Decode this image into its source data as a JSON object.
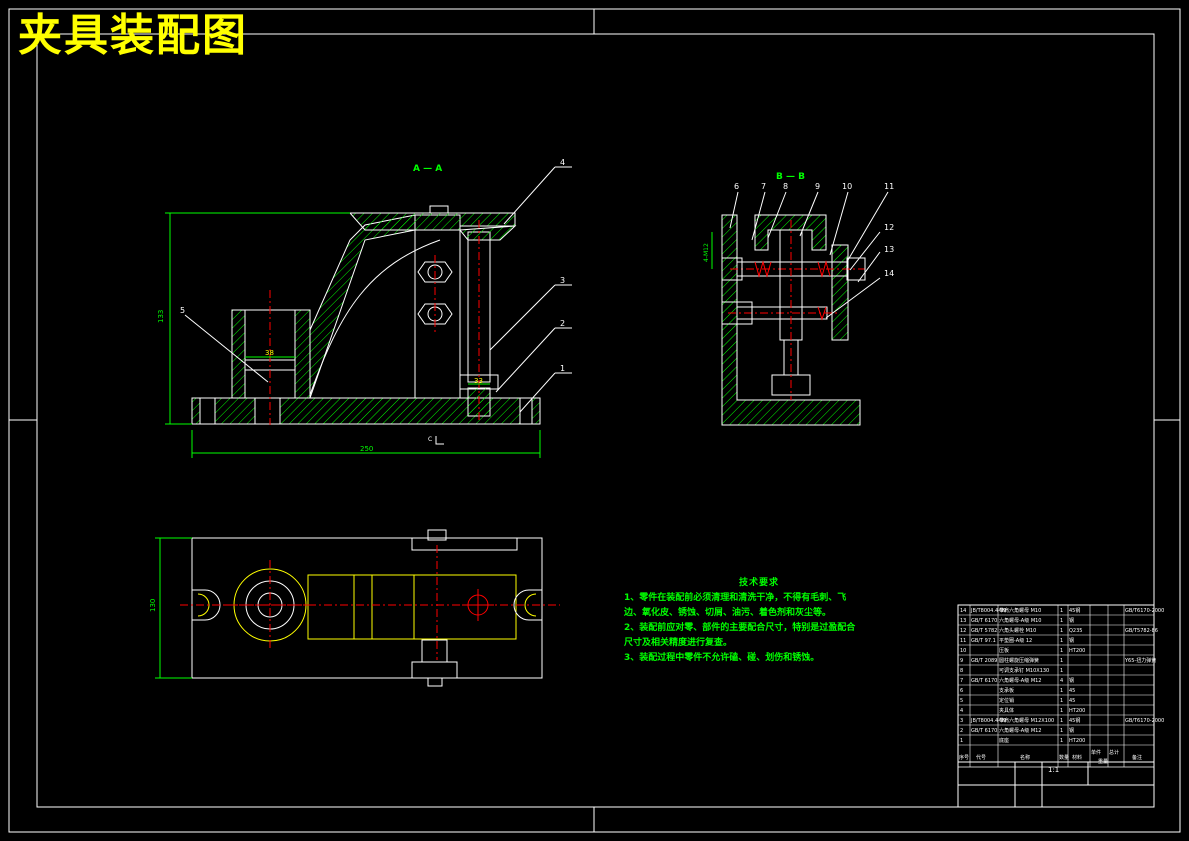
{
  "title": "夹具装配图",
  "colors": {
    "background": "#000000",
    "frame": "#ffffff",
    "part": "#ffffff",
    "hatch": "#00ff00",
    "dimension": "#00ff00",
    "centerline": "#ff0000",
    "hidden": "#ffff00",
    "title": "#ffff00",
    "balloon": "#ffffff"
  },
  "views": {
    "section_aa": "A — A",
    "section_bb": "B — B",
    "view_arrow_c": "C"
  },
  "dimensions": {
    "front_height": "133",
    "front_width": "250",
    "hole_width": "38",
    "bolt_dia": "33",
    "side_bolt": "4-M12",
    "top_height": "130"
  },
  "balloons_front": [
    "1",
    "2",
    "3",
    "4",
    "5"
  ],
  "balloons_side": [
    "6",
    "7",
    "8",
    "9",
    "10",
    "11",
    "12",
    "13",
    "14"
  ],
  "technical_requirements": {
    "heading": "技术要求",
    "lines": [
      "1、零件在装配前必须清理和清洗干净，不得有毛刺、飞",
      "边、氧化皮、锈蚀、切屑、油污、着色剂和灰尘等。",
      "2、装配前应对零、部件的主要配合尺寸，特别是过盈配合",
      "尺寸及相关精度进行复查。",
      "3、装配过程中零件不允许磕、碰、划伤和锈蚀。"
    ]
  },
  "bom": {
    "rows": [
      {
        "no": "14",
        "code": "JB/T8004.4-99",
        "name": "带肩六角螺母 M10",
        "qty": "1",
        "mat": "45钢",
        "note": "GB/T6170-2000"
      },
      {
        "no": "13",
        "code": "GB/T 6170",
        "name": "六角螺母-A级 M10",
        "qty": "1",
        "mat": "钢",
        "note": ""
      },
      {
        "no": "12",
        "code": "GB/T 5782",
        "name": "六角头螺栓 M10",
        "qty": "1",
        "mat": "Q235",
        "note": "GB/T5782-86"
      },
      {
        "no": "11",
        "code": "GB/T 97.1",
        "name": "平垫圈-A级 12",
        "qty": "1",
        "mat": "钢",
        "note": ""
      },
      {
        "no": "10",
        "code": "",
        "name": "压板",
        "qty": "1",
        "mat": "HT200",
        "note": ""
      },
      {
        "no": "9",
        "code": "GB/T 2089",
        "name": "圆柱螺旋压缩弹簧",
        "qty": "1",
        "mat": "",
        "note": "Y65-扭力弹簧"
      },
      {
        "no": "8",
        "code": "",
        "name": "可调支承钉 M10X130",
        "qty": "1",
        "mat": "",
        "note": ""
      },
      {
        "no": "7",
        "code": "GB/T 6170",
        "name": "六角螺母-A级 M12",
        "qty": "4",
        "mat": "钢",
        "note": ""
      },
      {
        "no": "6",
        "code": "",
        "name": "支承板",
        "qty": "1",
        "mat": "45",
        "note": ""
      },
      {
        "no": "5",
        "code": "",
        "name": "定位销",
        "qty": "1",
        "mat": "45",
        "note": ""
      },
      {
        "no": "4",
        "code": "",
        "name": "夹具体",
        "qty": "1",
        "mat": "HT200",
        "note": ""
      },
      {
        "no": "3",
        "code": "JB/T8004.4-99",
        "name": "带肩六角螺母 M12X100",
        "qty": "1",
        "mat": "45钢",
        "note": "GB/T6170-2000"
      },
      {
        "no": "2",
        "code": "GB/T 6170",
        "name": "六角螺母-A级 M12",
        "qty": "1",
        "mat": "钢",
        "note": ""
      },
      {
        "no": "1",
        "code": "",
        "name": "底座",
        "qty": "1",
        "mat": "HT200",
        "note": ""
      }
    ],
    "header": {
      "no": "序号",
      "code": "代号",
      "name": "名称",
      "qty": "数量",
      "mat": "材料",
      "unit_weight": "单件",
      "total_weight": "总计",
      "weight": "重量",
      "note": "备注"
    },
    "scale": "1:1"
  }
}
